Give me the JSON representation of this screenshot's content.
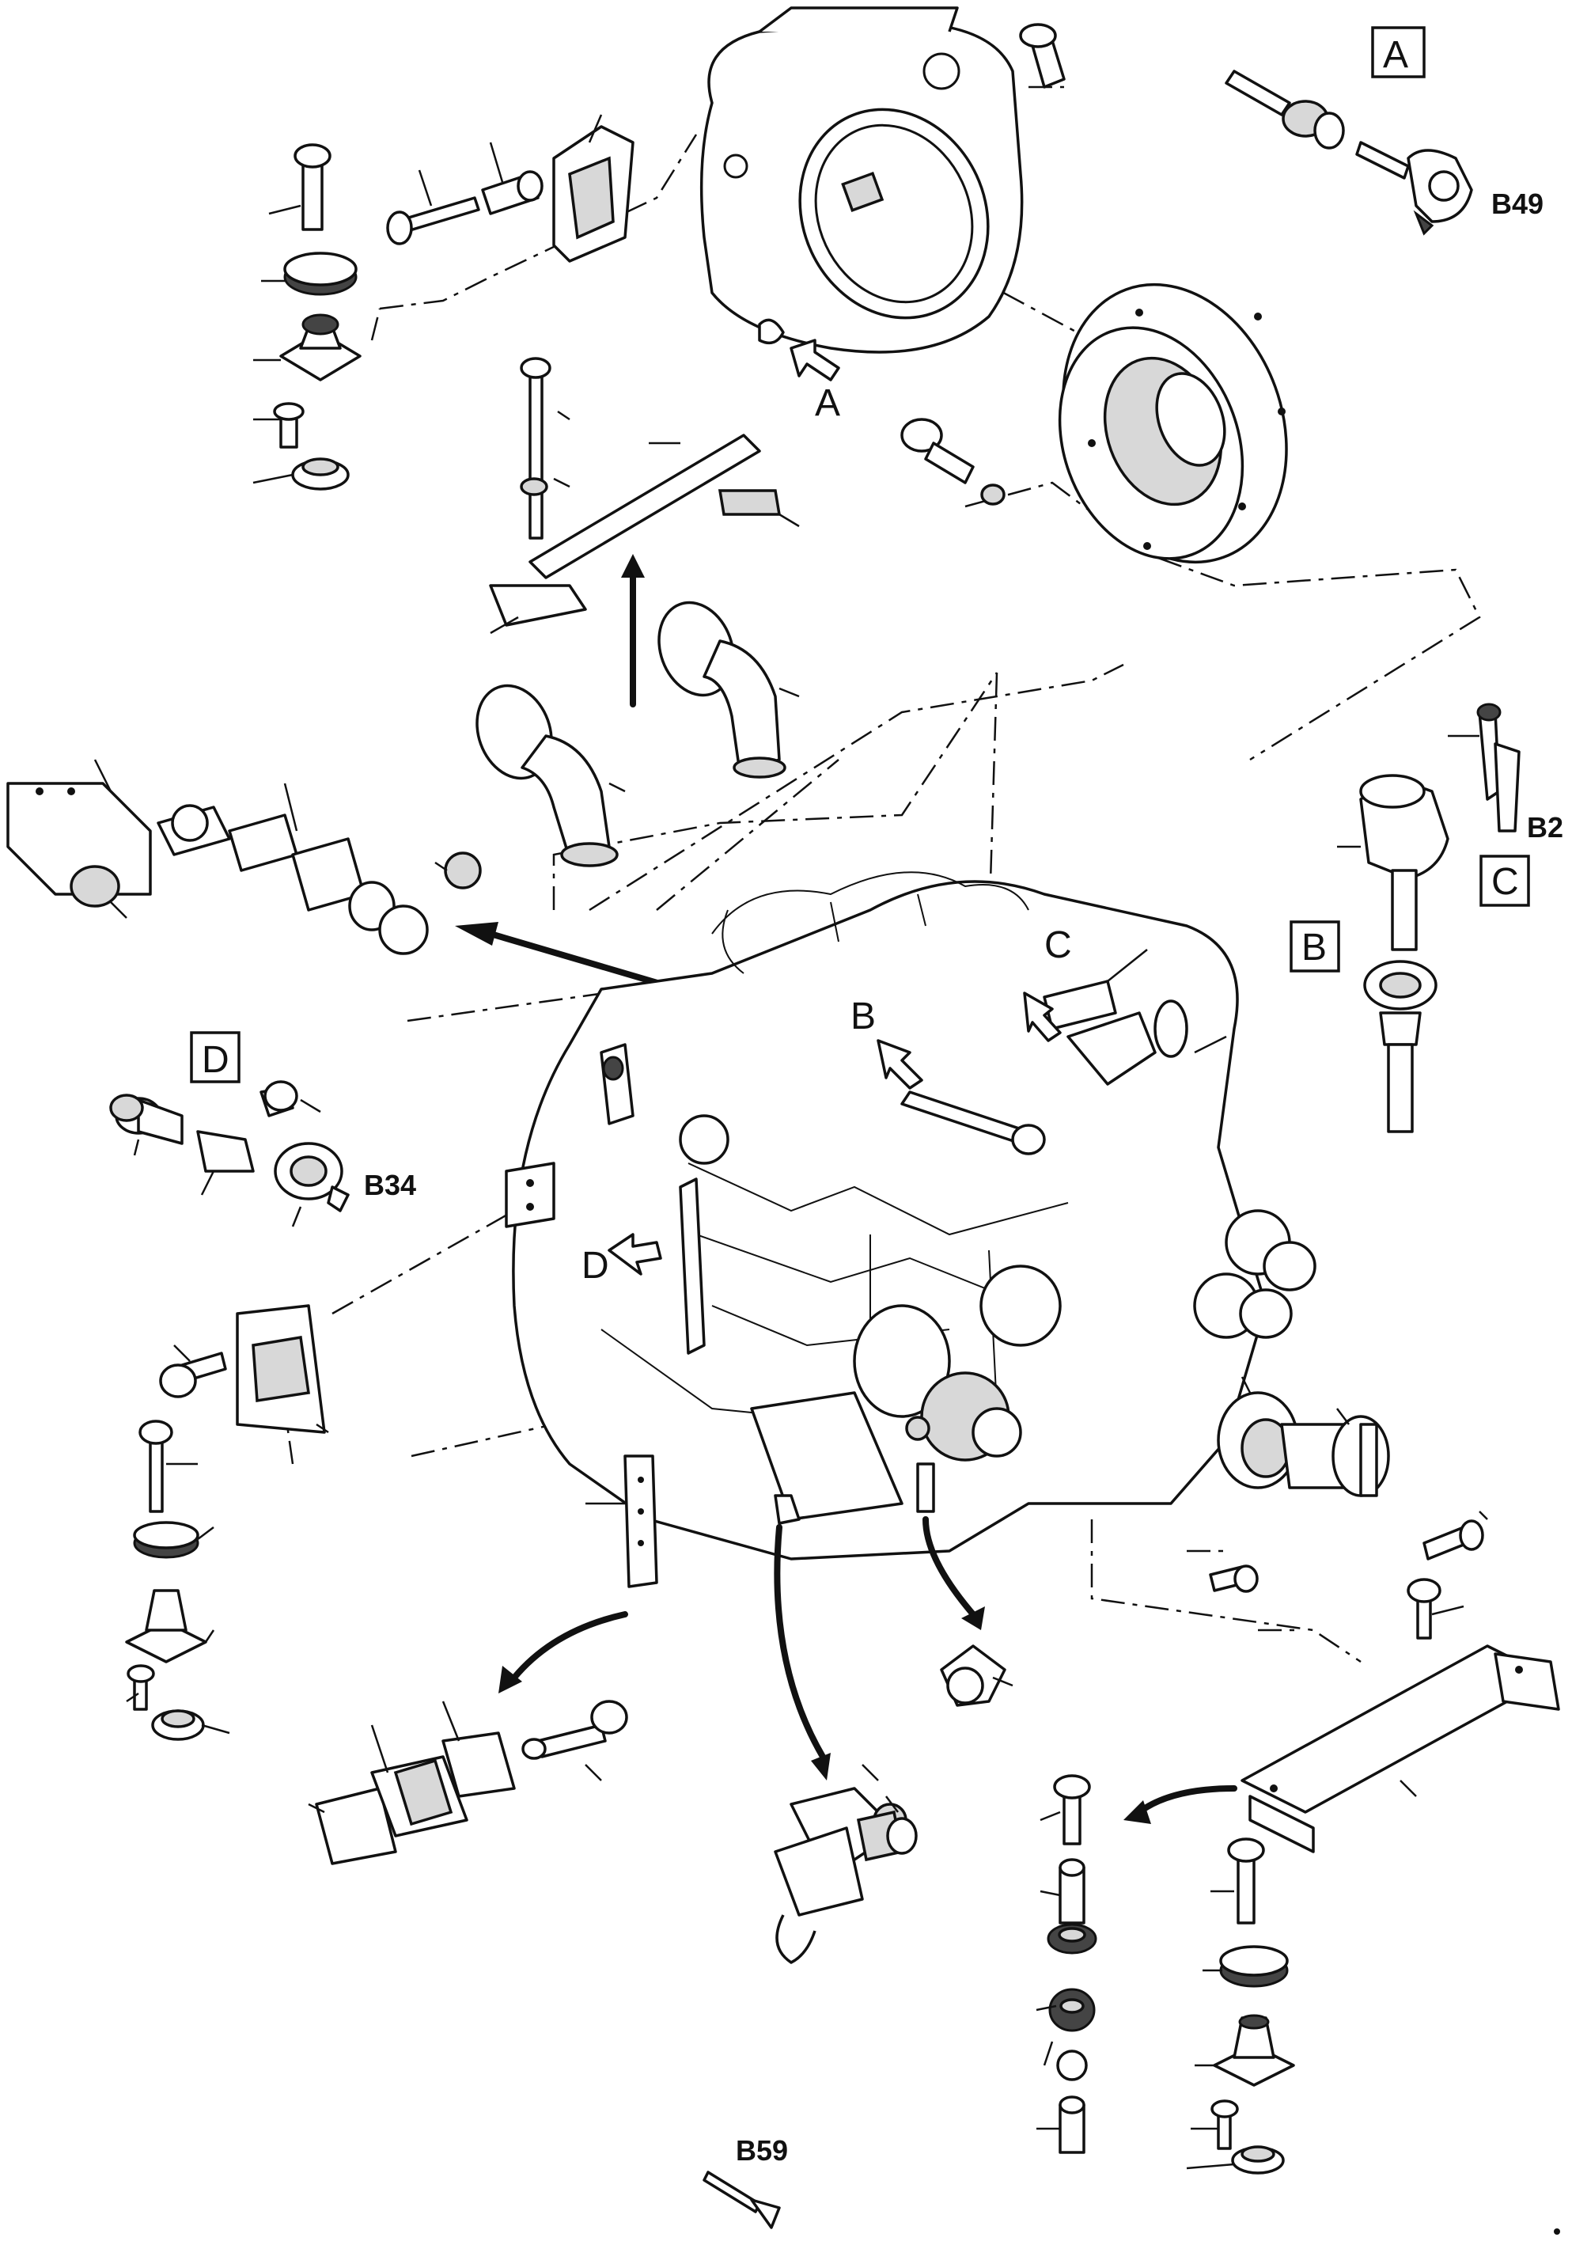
{
  "diagram": {
    "detail_boxes": {
      "A": "A",
      "B": "B",
      "C": "C",
      "D": "D"
    },
    "pointer_letters": {
      "A": "A",
      "B": "B",
      "C": "C",
      "D": "D"
    },
    "component_codes": {
      "b49": "B49",
      "b2": "B2",
      "b34": "B34",
      "b59": "B59"
    }
  }
}
